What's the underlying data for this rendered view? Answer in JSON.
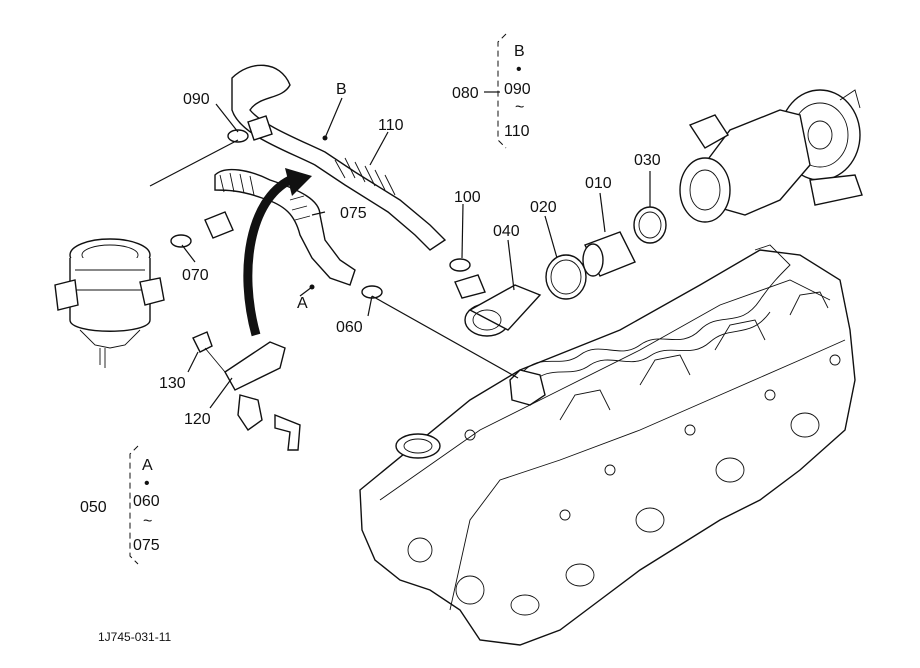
{
  "part_labels": {
    "p090": "090",
    "p070": "070",
    "p060": "060",
    "p075": "075",
    "p110": "110",
    "p100": "100",
    "p040": "040",
    "p020": "020",
    "p010": "010",
    "p030": "030",
    "p130": "130",
    "p120": "120"
  },
  "markers": {
    "b": "B",
    "a": "A"
  },
  "group_b": {
    "number": "080",
    "head": "B",
    "dot": "•",
    "from": "090",
    "tilde": "~",
    "to": "110"
  },
  "group_a": {
    "number": "050",
    "head": "A",
    "dot": "•",
    "from": "060",
    "tilde": "~",
    "to": "075"
  },
  "drawing_code": "1J745-031-11"
}
